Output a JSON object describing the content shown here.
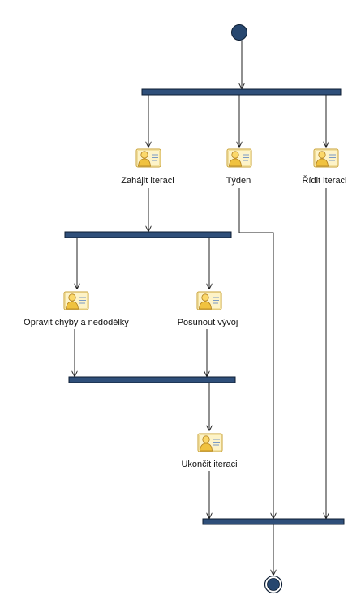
{
  "diagram": {
    "nodes": {
      "start": {
        "kind": "initial"
      },
      "fork_main": {
        "kind": "fork"
      },
      "zahajit": {
        "kind": "activity",
        "label": "Zahájit iteraci",
        "icon": "actor-card-icon"
      },
      "tyden": {
        "kind": "activity",
        "label": "Týden",
        "icon": "actor-card-icon"
      },
      "ridit": {
        "kind": "activity",
        "label": "Řídit iteraci",
        "icon": "actor-card-icon"
      },
      "fork_inner": {
        "kind": "fork"
      },
      "opravit": {
        "kind": "activity",
        "label": "Opravit chyby a nedodělky",
        "icon": "actor-card-icon"
      },
      "posunout": {
        "kind": "activity",
        "label": "Posunout vývoj",
        "icon": "actor-card-icon"
      },
      "join_inner": {
        "kind": "join"
      },
      "ukoncit": {
        "kind": "activity",
        "label": "Ukončit iteraci",
        "icon": "actor-card-icon"
      },
      "join_main": {
        "kind": "join"
      },
      "end": {
        "kind": "final"
      }
    },
    "colors": {
      "bar": "#2f4f7a",
      "node_fill": "#27476f",
      "icon_card": "#fdf3c8",
      "icon_card_border": "#c9a233",
      "icon_figure": "#f0c23f",
      "icon_head": "#fbd86a",
      "icon_lines": "#7a9ac4"
    }
  }
}
